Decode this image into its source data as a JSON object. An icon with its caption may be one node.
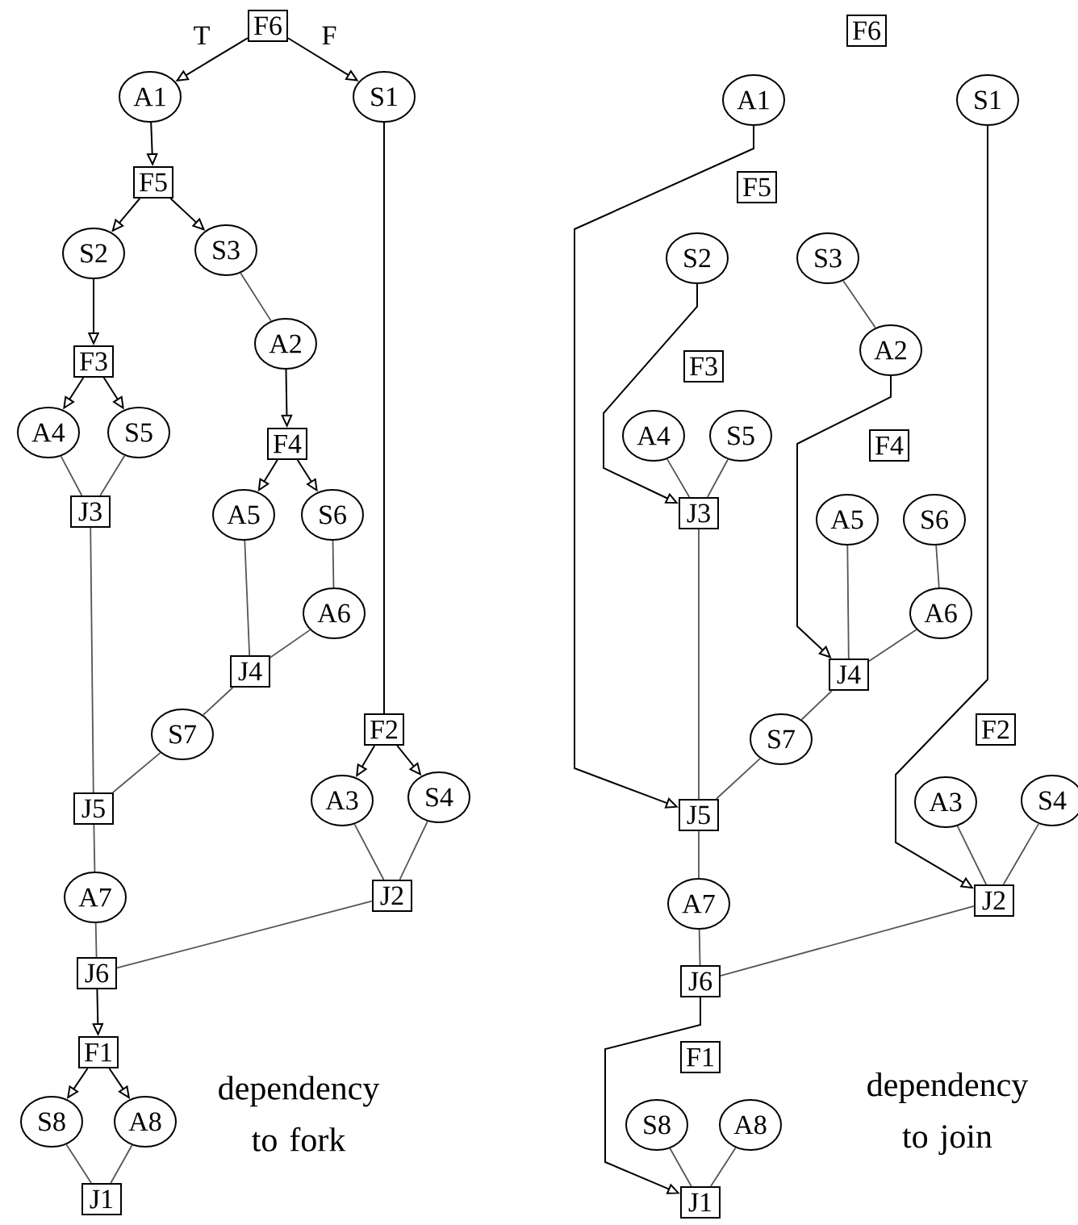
{
  "diagram": {
    "nodes": [
      {
        "text": [
          "F6"
        ]
      },
      {
        "text": [
          "A1"
        ]
      },
      {
        "text": [
          "S1"
        ]
      },
      {
        "text": [
          "F5"
        ]
      },
      {
        "text": [
          "S2"
        ]
      },
      {
        "text": [
          "S3"
        ]
      },
      {
        "text": [
          "A2"
        ]
      },
      {
        "text": [
          "F3"
        ]
      },
      {
        "text": [
          "A4"
        ]
      },
      {
        "text": [
          "S5"
        ]
      },
      {
        "text": [
          "F4"
        ]
      },
      {
        "text": [
          "J3"
        ]
      },
      {
        "text": [
          "A5"
        ]
      },
      {
        "text": [
          "S6"
        ]
      },
      {
        "text": [
          "A6"
        ]
      },
      {
        "text": [
          "J4"
        ]
      },
      {
        "text": [
          "S7"
        ]
      },
      {
        "text": [
          "F2"
        ]
      },
      {
        "text": [
          "A3"
        ]
      },
      {
        "text": [
          "S4"
        ]
      },
      {
        "text": [
          "J5"
        ]
      },
      {
        "text": [
          "A7"
        ]
      },
      {
        "text": [
          "J2"
        ]
      },
      {
        "text": [
          "J6"
        ]
      },
      {
        "text": [
          "F1"
        ]
      },
      {
        "text": [
          "S8"
        ]
      },
      {
        "text": [
          "A8"
        ]
      },
      {
        "text": [
          "J1"
        ]
      },
      {
        "text": [
          "F6"
        ]
      },
      {
        "text": [
          "A1"
        ]
      },
      {
        "text": [
          "S1"
        ]
      },
      {
        "text": [
          "F5"
        ]
      },
      {
        "text": [
          "S2"
        ]
      },
      {
        "text": [
          "S3"
        ]
      },
      {
        "text": [
          "A2"
        ]
      },
      {
        "text": [
          "F3"
        ]
      },
      {
        "text": [
          "A4"
        ]
      },
      {
        "text": [
          "S5"
        ]
      },
      {
        "text": [
          "F4"
        ]
      },
      {
        "text": [
          "J3"
        ]
      },
      {
        "text": [
          "A5"
        ]
      },
      {
        "text": [
          "S6"
        ]
      },
      {
        "text": [
          "A6"
        ]
      },
      {
        "text": [
          "J4"
        ]
      },
      {
        "text": [
          "S7"
        ]
      },
      {
        "text": [
          "F2"
        ]
      },
      {
        "text": [
          "A3"
        ]
      },
      {
        "text": [
          "S4"
        ]
      },
      {
        "text": [
          "J5"
        ]
      },
      {
        "text": [
          "A7"
        ]
      },
      {
        "text": [
          "J2"
        ]
      },
      {
        "text": [
          "J6"
        ]
      },
      {
        "text": [
          "F1"
        ]
      },
      {
        "text": [
          "S8"
        ]
      },
      {
        "text": [
          "A8"
        ]
      },
      {
        "text": [
          "J1"
        ]
      }
    ],
    "edges": [
      {
        "from": 0,
        "to": 1,
        "arrow": "to",
        "label": "T",
        "color": "#000000"
      },
      {
        "from": 0,
        "to": 2,
        "arrow": "to",
        "label": "F",
        "color": "#000000"
      },
      {
        "from": 1,
        "to": 3,
        "arrow": "to",
        "color": "#000000"
      },
      {
        "from": 3,
        "to": 4,
        "arrow": "to",
        "color": "#000000"
      },
      {
        "from": 3,
        "to": 5,
        "arrow": "to",
        "color": "#000000"
      },
      {
        "from": 4,
        "to": 7,
        "arrow": "to",
        "color": "#000000"
      },
      {
        "from": 7,
        "to": 8,
        "arrow": "to",
        "color": "#000000"
      },
      {
        "from": 7,
        "to": 9,
        "arrow": "to",
        "color": "#000000"
      },
      {
        "from": 5,
        "to": 6,
        "arrow": "none"
      },
      {
        "from": 6,
        "to": 10,
        "arrow": "to",
        "color": "#000000"
      },
      {
        "from": 10,
        "to": 12,
        "arrow": "to",
        "color": "#000000"
      },
      {
        "from": 10,
        "to": 13,
        "arrow": "to",
        "color": "#000000"
      },
      {
        "from": 8,
        "to": 11,
        "arrow": "none"
      },
      {
        "from": 9,
        "to": 11,
        "arrow": "none"
      },
      {
        "from": 12,
        "to": 15,
        "arrow": "none"
      },
      {
        "from": 13,
        "to": 14,
        "arrow": "none"
      },
      {
        "from": 14,
        "to": 15,
        "arrow": "none"
      },
      {
        "from": 11,
        "to": 20,
        "arrow": "none"
      },
      {
        "from": 15,
        "to": 16,
        "arrow": "none"
      },
      {
        "from": 16,
        "to": 20,
        "arrow": "none"
      },
      {
        "from": 2,
        "to": 17,
        "arrow": "none",
        "color": "#000000"
      },
      {
        "from": 17,
        "to": 18,
        "arrow": "to",
        "color": "#000000"
      },
      {
        "from": 17,
        "to": 19,
        "arrow": "to",
        "color": "#000000"
      },
      {
        "from": 18,
        "to": 22,
        "arrow": "none"
      },
      {
        "from": 19,
        "to": 22,
        "arrow": "none"
      },
      {
        "from": 20,
        "to": 21,
        "arrow": "none"
      },
      {
        "from": 21,
        "to": 23,
        "arrow": "none"
      },
      {
        "from": 22,
        "to": 23,
        "arrow": "none"
      },
      {
        "from": 23,
        "to": 24,
        "arrow": "to",
        "color": "#000000"
      },
      {
        "from": 24,
        "to": 25,
        "arrow": "to",
        "color": "#000000"
      },
      {
        "from": 24,
        "to": 26,
        "arrow": "to",
        "color": "#000000"
      },
      {
        "from": 25,
        "to": 27,
        "arrow": "none"
      },
      {
        "from": 26,
        "to": 27,
        "arrow": "none"
      },
      {
        "from": 29,
        "to": 48,
        "arrow": "to",
        "color": "#000000"
      },
      {
        "from": 32,
        "to": 39,
        "arrow": "to",
        "color": "#000000"
      },
      {
        "from": 33,
        "to": 34,
        "arrow": "none"
      },
      {
        "from": 34,
        "to": 43,
        "arrow": "to",
        "color": "#000000"
      },
      {
        "from": 36,
        "to": 39,
        "arrow": "none"
      },
      {
        "from": 37,
        "to": 39,
        "arrow": "none"
      },
      {
        "from": 40,
        "to": 43,
        "arrow": "none"
      },
      {
        "from": 41,
        "to": 42,
        "arrow": "none"
      },
      {
        "from": 42,
        "to": 43,
        "arrow": "none"
      },
      {
        "from": 39,
        "to": 48,
        "arrow": "none"
      },
      {
        "from": 43,
        "to": 44,
        "arrow": "none"
      },
      {
        "from": 44,
        "to": 48,
        "arrow": "none"
      },
      {
        "from": 30,
        "to": 50,
        "arrow": "to",
        "color": "#000000"
      },
      {
        "from": 46,
        "to": 50,
        "arrow": "none"
      },
      {
        "from": 47,
        "to": 50,
        "arrow": "none"
      },
      {
        "from": 48,
        "to": 49,
        "arrow": "none"
      },
      {
        "from": 49,
        "to": 51,
        "arrow": "none"
      },
      {
        "from": 50,
        "to": 51,
        "arrow": "none"
      },
      {
        "from": 51,
        "to": 55,
        "arrow": "to",
        "color": "#000000"
      },
      {
        "from": 53,
        "to": 55,
        "arrow": "none"
      },
      {
        "from": 54,
        "to": 55,
        "arrow": "none"
      }
    ],
    "labels": [
      "dependency to fork",
      "dependency to join"
    ]
  }
}
